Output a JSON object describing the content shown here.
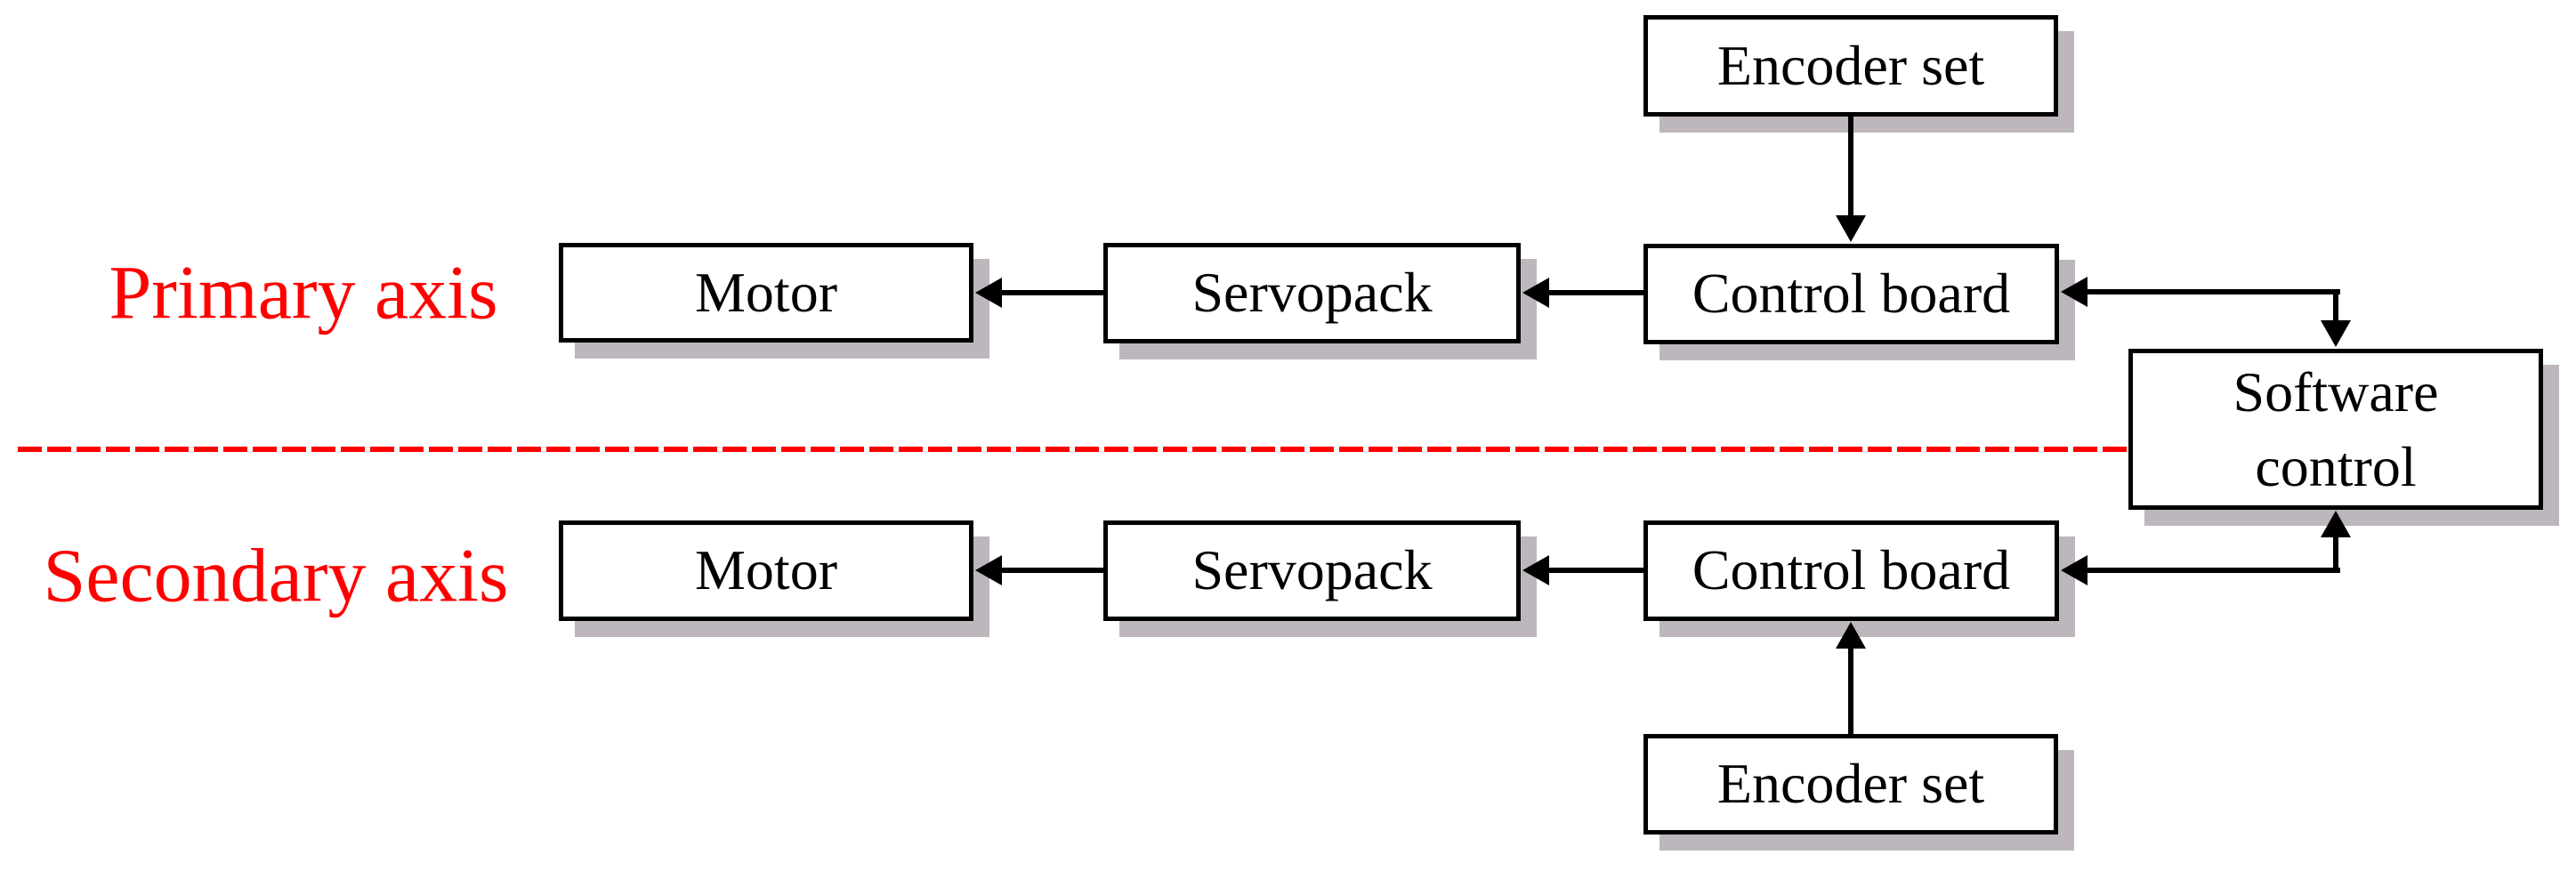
{
  "figure": {
    "type": "block-diagram",
    "axis_labels": {
      "primary": "Primary axis",
      "secondary": "Secondary axis"
    },
    "nodes": {
      "encoder_top": "Encoder set",
      "motor_primary": "Motor",
      "servopack_primary": "Servopack",
      "control_board_primary": "Control board",
      "software_control": "Software control",
      "motor_secondary": "Motor",
      "servopack_secondary": "Servopack",
      "control_board_secondary": "Control board",
      "encoder_bottom": "Encoder set"
    },
    "connections": [
      "Encoder set (top) -> Control board (primary)",
      "Control board (primary) -> Servopack (primary)",
      "Servopack (primary) -> Motor (primary)",
      "Control board (primary) <-> Software control",
      "Software control <-> Control board (secondary)",
      "Control board (secondary) -> Servopack (secondary)",
      "Servopack (secondary) -> Motor (secondary)",
      "Encoder set (bottom) -> Control board (secondary)"
    ],
    "colors": {
      "axis_label": "#ff0000",
      "divider_dashed_line": "#ff0000",
      "box_border": "#000000",
      "box_fill": "#ffffff",
      "box_shadow": "#bdb7bd",
      "connector": "#000000",
      "text": "#000000",
      "background": "#ffffff"
    }
  }
}
